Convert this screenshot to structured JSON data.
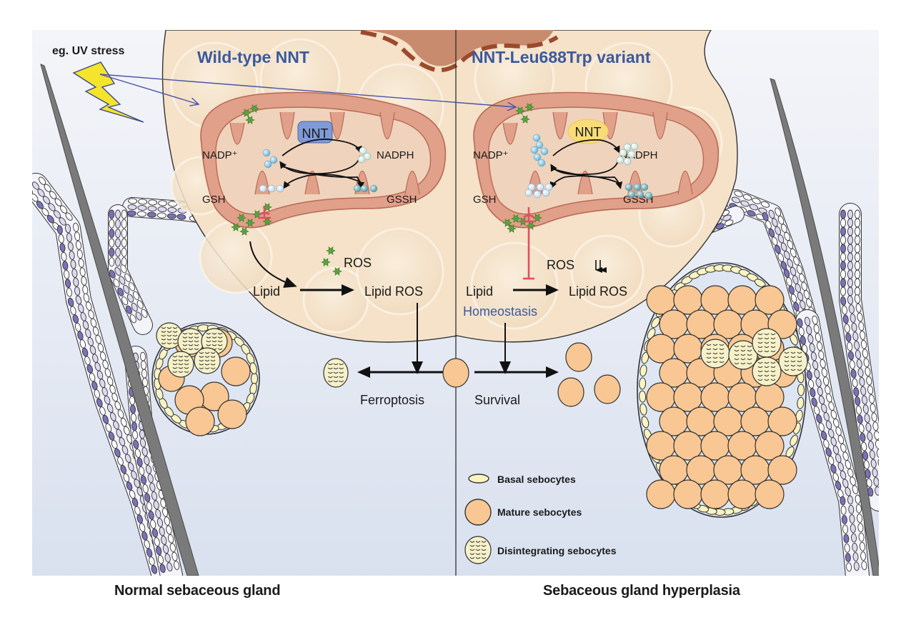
{
  "stress_label": "eg. UV stress",
  "panels": {
    "left": {
      "title": "Wild-type NNT",
      "enzyme": "NNT",
      "metabolites": {
        "nadp": "NADP⁺",
        "nadph": "NADPH",
        "gsh": "GSH",
        "gssh": "GSSH"
      },
      "ros": "ROS",
      "lipid": "Lipid",
      "lipid_ros": "Lipid ROS",
      "outcome": "Ferroptosis",
      "caption": "Normal sebaceous gland"
    },
    "right": {
      "title": "NNT-Leu688Trp variant",
      "enzyme": "NNT",
      "metabolites": {
        "nadp": "NADP⁺",
        "nadph": "NADPH",
        "gsh": "GSH",
        "gssh": "GSSH"
      },
      "ros": "ROS",
      "ros_change": "↓↓",
      "lipid": "Lipid",
      "lipid_ros": "Lipid ROS",
      "homeostasis": "Homeostasis",
      "outcome": "Survival",
      "caption": "Sebaceous gland hyperplasia"
    }
  },
  "legend": {
    "items": [
      {
        "icon": "basal-sebocyte-icon",
        "label": "Basal sebocytes"
      },
      {
        "icon": "mature-sebocyte-icon",
        "label": "Mature sebocytes"
      },
      {
        "icon": "disintegrating-sebocyte-icon",
        "label": "Disintegrating sebocytes"
      }
    ]
  },
  "colors": {
    "title_blue": "#3a5a9e",
    "nnt_wildtype": "#7f9ad6",
    "nnt_variant": "#f8dc78",
    "mitochondria": "#e0a08a",
    "cell_body": "#f5e2c8",
    "nucleus": "#c98b6e",
    "mature_sebocyte": "#f8c793",
    "basal_sebocyte": "#faf3c2",
    "ros_green": "#4f9a3a",
    "inhibit_red": "#e0505f",
    "lightning": "#f4e42c",
    "background": "#e4eaf4"
  }
}
